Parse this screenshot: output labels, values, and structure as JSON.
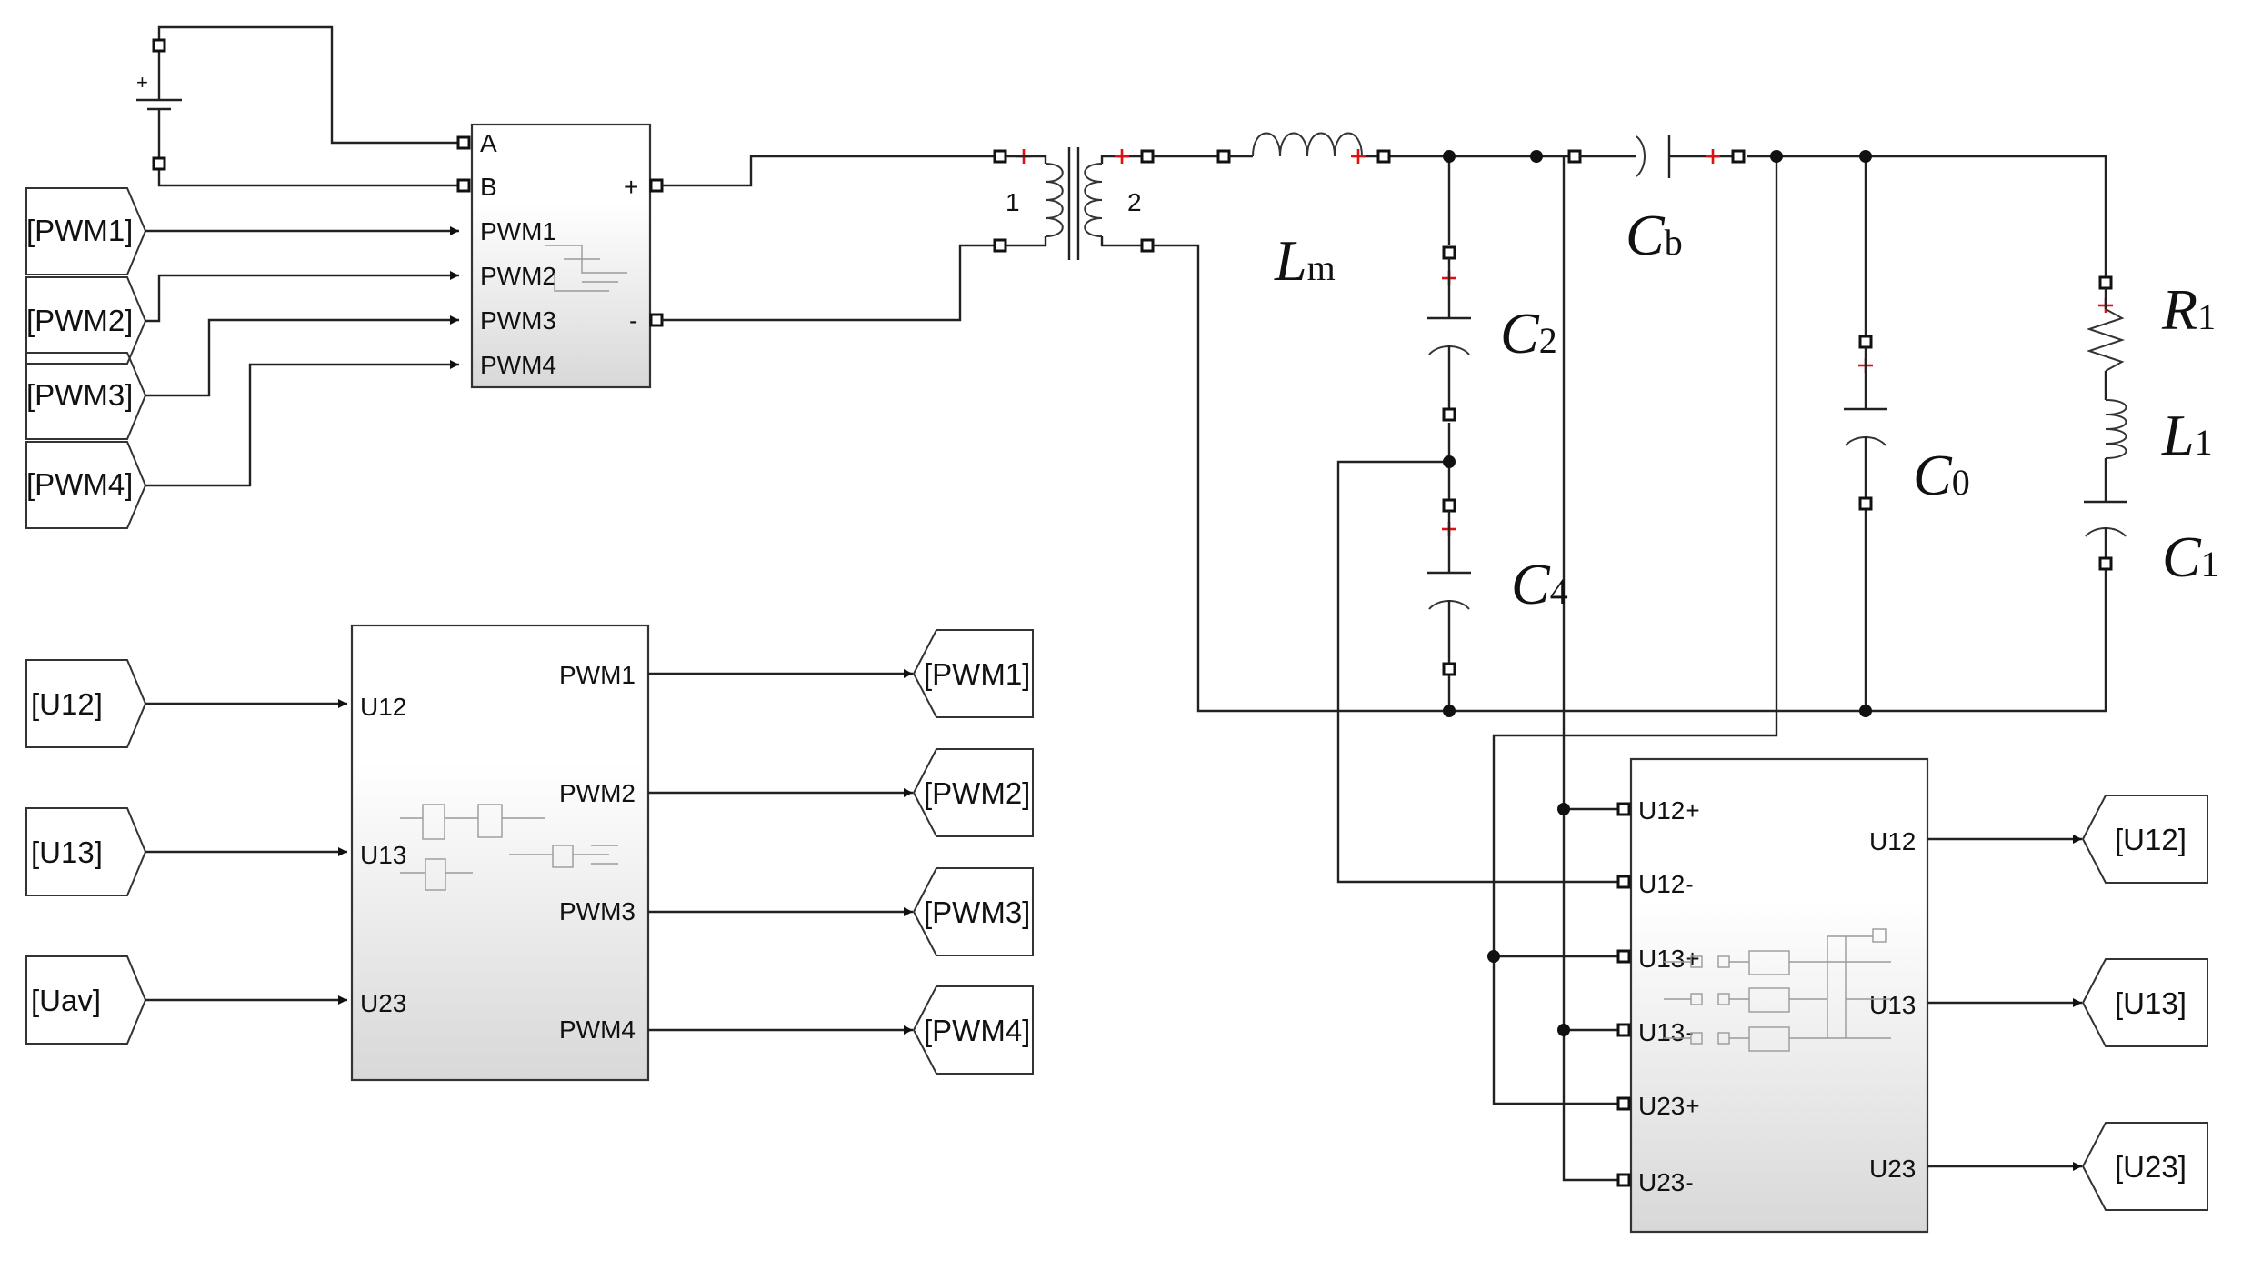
{
  "bridge_block": {
    "inputs": [
      "A",
      "B",
      "PWM1",
      "PWM2",
      "PWM3",
      "PWM4"
    ],
    "outputs": [
      "+",
      "-"
    ]
  },
  "from_tags_top": [
    "[PWM1]",
    "[PWM2]",
    "[PWM3]",
    "[PWM4]"
  ],
  "transformer": {
    "primary_label": "1",
    "secondary_label": "2"
  },
  "battery_plus": "+",
  "components": {
    "Lm": {
      "main": "L",
      "sub": "m"
    },
    "Cb": {
      "main": "C",
      "sub": "b"
    },
    "C2": {
      "main": "C",
      "sub": "2"
    },
    "C4": {
      "main": "C",
      "sub": "4"
    },
    "C0": {
      "main": "C",
      "sub": "0"
    },
    "R1": {
      "main": "R",
      "sub": "1"
    },
    "L1": {
      "main": "L",
      "sub": "1"
    },
    "C1": {
      "main": "C",
      "sub": "1"
    }
  },
  "controller_block": {
    "inputs": [
      "U12",
      "U13",
      "U23"
    ],
    "outputs": [
      "PWM1",
      "PWM2",
      "PWM3",
      "PWM4"
    ]
  },
  "from_tags_bottom": [
    "[U12]",
    "[U13]",
    "[Uav]"
  ],
  "goto_tags_pwm": [
    "[PWM1]",
    "[PWM2]",
    "[PWM3]",
    "[PWM4]"
  ],
  "measure_block": {
    "inputs": [
      "U12+",
      "U12-",
      "U13+",
      "U13-",
      "U23+",
      "U23-"
    ],
    "outputs": [
      "U12",
      "U13",
      "U23"
    ]
  },
  "goto_tags_u": [
    "[U12]",
    "[U13]",
    "[U23]"
  ],
  "colors": {
    "wire": "#222222",
    "polarity": "#e01010",
    "block_gradient_end": "#d8d8d8"
  }
}
